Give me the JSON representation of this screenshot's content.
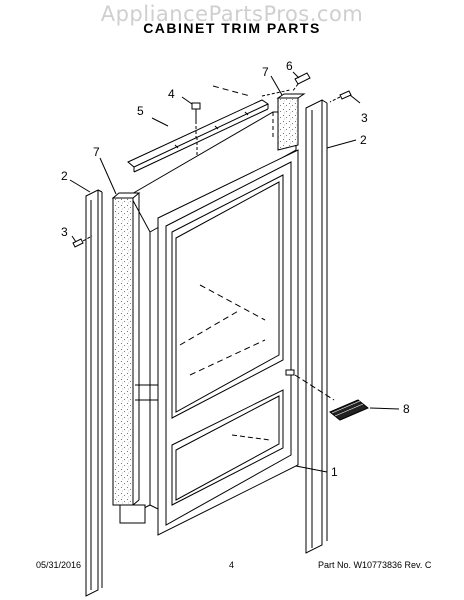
{
  "header": {
    "watermark": "AppliancePartsPros.com",
    "title": "CABINET TRIM PARTS"
  },
  "callouts": {
    "c1": "1",
    "c2_left": "2",
    "c2_right": "2",
    "c3_left": "3",
    "c3_right": "3",
    "c4": "4",
    "c5": "5",
    "c6": "6",
    "c7_left": "7",
    "c7_right": "7",
    "c8": "8"
  },
  "footer": {
    "date": "05/31/2016",
    "page": "4",
    "part_no": "Part No. W10773836  Rev. C"
  }
}
